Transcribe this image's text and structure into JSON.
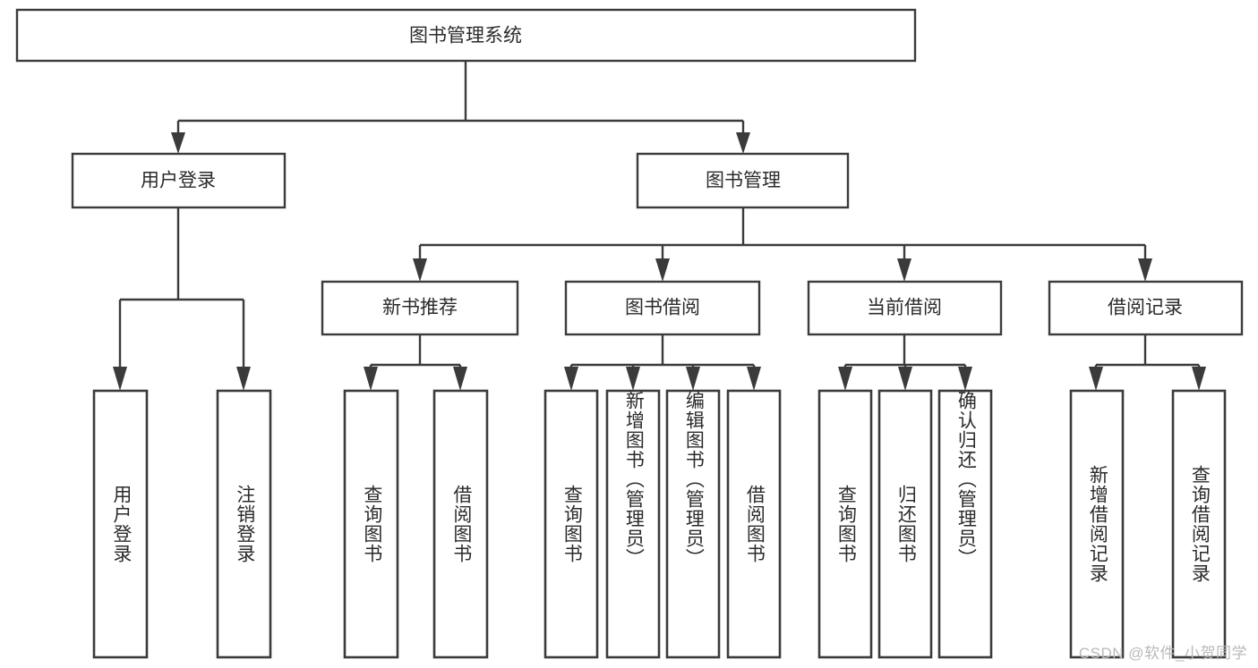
{
  "diagram": {
    "title": "图书管理系统",
    "watermark": "CSDN @软件_小贺同学",
    "colors": {
      "stroke": "#3b3b3b",
      "box_fill": "#ffffff",
      "text": "#2b2b2b",
      "watermark": "#b9b9b9",
      "background": "#ffffff"
    },
    "root": {
      "label": "图书管理系统"
    },
    "level2": [
      {
        "label": "用户登录"
      },
      {
        "label": "图书管理"
      }
    ],
    "level3": [
      {
        "label": "新书推荐"
      },
      {
        "label": "图书借阅"
      },
      {
        "label": "当前借阅"
      },
      {
        "label": "借阅记录"
      }
    ],
    "leaves": {
      "user_login": [
        {
          "label": "用户登录"
        },
        {
          "label": "注销登录"
        }
      ],
      "new_book_recommend": [
        {
          "label": "查询图书"
        },
        {
          "label": "借阅图书"
        }
      ],
      "book_borrow": [
        {
          "label": "查询图书"
        },
        {
          "label": "新增图书（管理员）"
        },
        {
          "label": "编辑图书（管理员）"
        },
        {
          "label": "借阅图书"
        }
      ],
      "current_borrow": [
        {
          "label": "查询图书"
        },
        {
          "label": "归还图书"
        },
        {
          "label": "确认归还（管理员）"
        }
      ],
      "borrow_record": [
        {
          "label": "新增借阅记录"
        },
        {
          "label": "查询借阅记录"
        }
      ]
    }
  }
}
